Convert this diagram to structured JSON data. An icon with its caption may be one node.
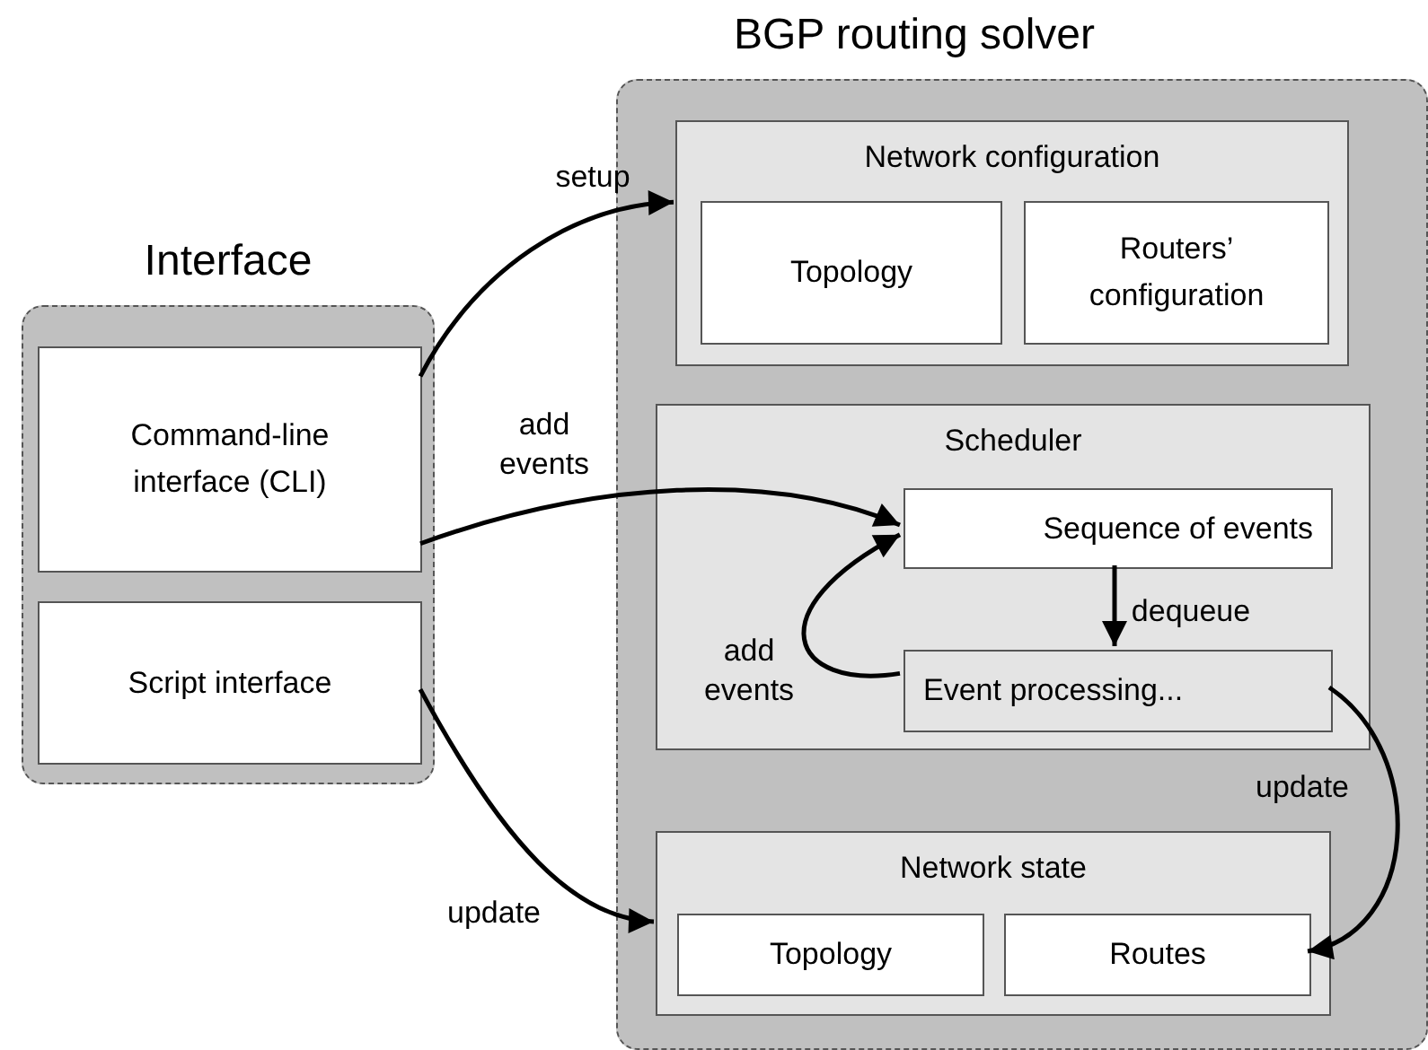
{
  "diagram": {
    "nodes": [
      {
        "text": [
          "Interface"
        ]
      },
      {
        "text": [
          "Command-line interface (CLI)"
        ],
        "in": 0
      },
      {
        "text": [
          "Script interface"
        ],
        "in": 0
      },
      {
        "text": [
          "BGP routing solver"
        ]
      },
      {
        "text": [
          "Network configuration"
        ],
        "in": 3
      },
      {
        "text": [
          "Topology"
        ],
        "in": 4
      },
      {
        "text": [
          "Routers’ configuration"
        ],
        "in": 4
      },
      {
        "text": [
          "Scheduler"
        ],
        "in": 3
      },
      {
        "text": [
          "Sequence of events"
        ],
        "in": 7
      },
      {
        "text": [
          "Event processing..."
        ],
        "in": 7
      },
      {
        "text": [
          "Network state"
        ],
        "in": 3
      },
      {
        "text": [
          "Topology"
        ],
        "in": 10
      },
      {
        "text": [
          "Routes"
        ],
        "in": 10
      }
    ],
    "edges": [
      {
        "from": 1,
        "to": 4,
        "arrow": "to",
        "label": "setup"
      },
      {
        "from": 1,
        "to": 8,
        "arrow": "to",
        "label": "add events"
      },
      {
        "from": 9,
        "to": 8,
        "arrow": "to",
        "label": "add events"
      },
      {
        "from": 8,
        "to": 9,
        "arrow": "to",
        "label": "dequeue"
      },
      {
        "from": 2,
        "to": 10,
        "arrow": "to",
        "label": "update"
      },
      {
        "from": 9,
        "to": 12,
        "arrow": "to",
        "label": "update"
      }
    ]
  }
}
